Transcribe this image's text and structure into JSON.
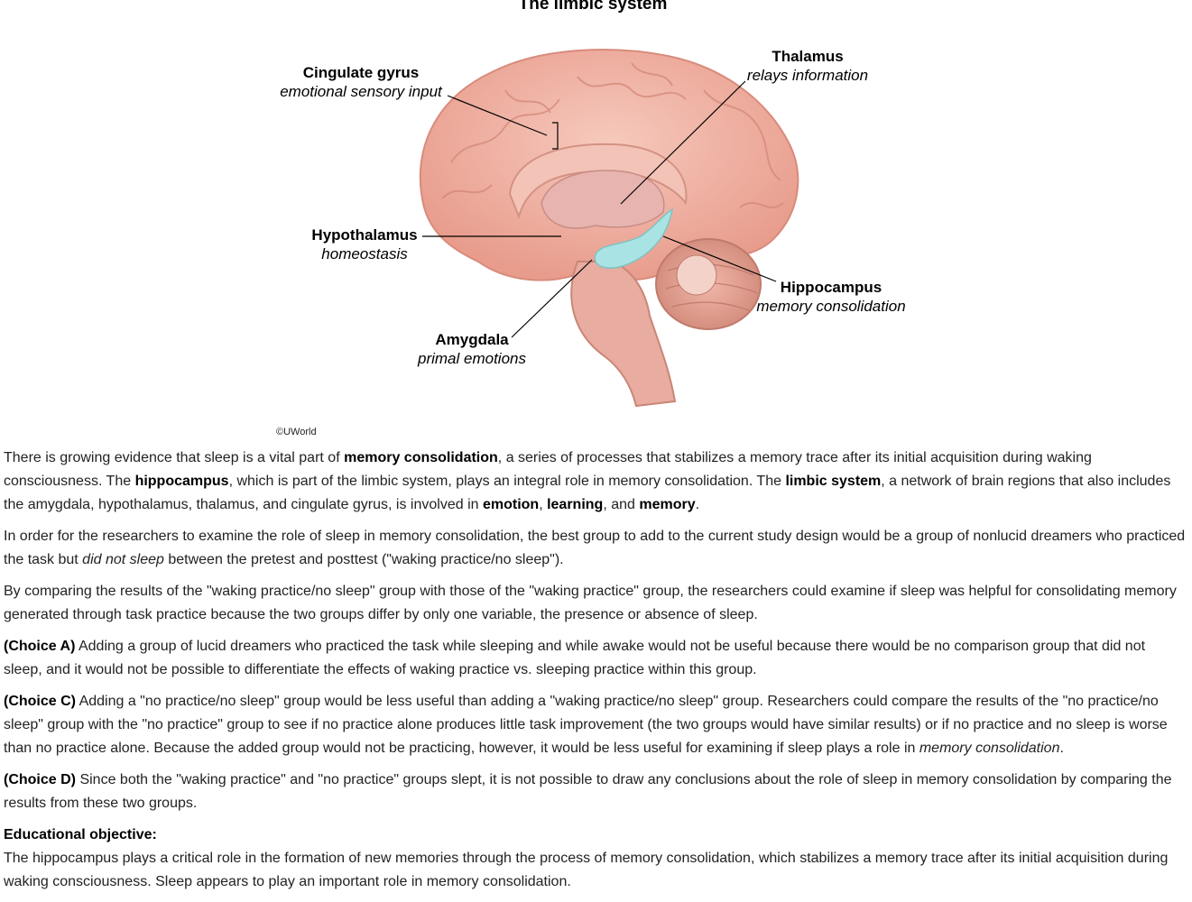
{
  "figure": {
    "title": "The limbic system",
    "labels": {
      "cingulate": {
        "name": "Cingulate gyrus",
        "function": "emotional sensory input"
      },
      "thalamus": {
        "name": "Thalamus",
        "function": "relays information"
      },
      "hypothalamus": {
        "name": "Hypothalamus",
        "function": "homeostasis"
      },
      "hippocampus": {
        "name": "Hippocampus",
        "function": "memory consolidation"
      },
      "amygdala": {
        "name": "Amygdala",
        "function": "primal emotions"
      }
    },
    "copyright": "UWorld",
    "colors": {
      "brain": "#f2b5a7",
      "brain_dark": "#d98c7e",
      "hippocampus": "#a9e3e3",
      "stem": "#e8aca0"
    }
  },
  "explanation": {
    "p1": {
      "a": "There is growing evidence that sleep is a vital part of ",
      "b1": "memory consolidation",
      "c": ", a series of processes that stabilizes a memory trace after its initial acquisition during waking consciousness.  The ",
      "b2": "hippocampus",
      "d": ", which is part of the limbic system, plays an integral role in memory consolidation.  The ",
      "b3": "limbic system",
      "e": ", a network of brain regions that also includes the amygdala, hypothalamus, thalamus, and cingulate gyrus, is involved in ",
      "b4": "emotion",
      "f": ", ",
      "b5": "learning",
      "g": ", and ",
      "b6": "memory",
      "h": "."
    },
    "p2": {
      "a": "In order for the researchers to examine the role of sleep in memory consolidation, the best group to add to the current study design would be a group of nonlucid dreamers who practiced the task but ",
      "i": "did not sleep",
      "b": " between the pretest and posttest (\"waking practice/no sleep\")."
    },
    "p3": "By comparing the results of the \"waking practice/no sleep\" group with those of the \"waking practice\" group, the researchers could examine if sleep was helpful for consolidating memory generated through task practice because the two groups differ by only one variable, the presence or absence of sleep.",
    "choiceA": {
      "label": "(Choice A)",
      "text": "  Adding a group of lucid dreamers who practiced the task while sleeping and while awake would not be useful because there would be no comparison group that did not sleep, and it would not be possible to differentiate the effects of waking practice vs. sleeping practice within this group."
    },
    "choiceC": {
      "label": "(Choice C)",
      "text": "  Adding a \"no practice/no sleep\" group would be less useful than adding a \"waking practice/no sleep\" group.  Researchers could compare the results of the \"no practice/no sleep\" group with the \"no practice\" group to see if no practice alone produces little task improvement (the two groups would have similar results) or if no practice and no sleep is worse than no practice alone.  Because the added group would not be practicing, however, it would be less useful for examining if sleep plays a role in ",
      "i": "memory consolidation",
      "end": "."
    },
    "choiceD": {
      "label": "(Choice D)",
      "text": "  Since both the \"waking practice\" and \"no practice\" groups slept, it is not possible to draw any conclusions about the role of sleep in memory consolidation by comparing the results from these two groups."
    },
    "objective": {
      "heading": "Educational objective:",
      "text": "The hippocampus plays a critical role in the formation of new memories through the process of memory consolidation, which stabilizes a memory trace after its initial acquisition during waking consciousness.  Sleep appears to play an important role in memory consolidation."
    }
  }
}
